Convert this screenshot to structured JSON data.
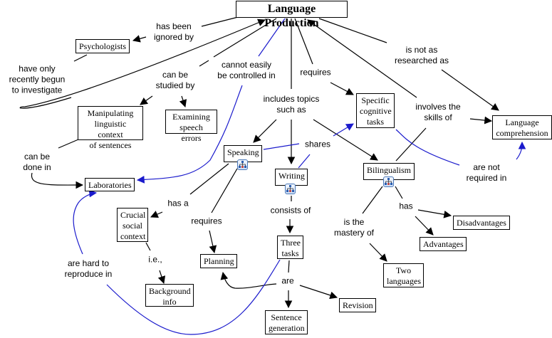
{
  "title": "Language Production",
  "colors": {
    "line": "#000000",
    "crossLink": "#1a1acc",
    "nodeBorder": "#000000",
    "background": "#ffffff"
  },
  "nodes": [
    {
      "id": "lp",
      "label": "Language Production",
      "root": true
    },
    {
      "id": "psych",
      "label": "Psychologists"
    },
    {
      "id": "manip",
      "label": "Manipulating\nlinguistic context\nof sentences"
    },
    {
      "id": "exam",
      "label": "Examining\nspeech errors"
    },
    {
      "id": "spec",
      "label": "Specific\ncognitive\ntasks"
    },
    {
      "id": "lcomp",
      "label": "Language\ncomprehension"
    },
    {
      "id": "labs",
      "label": "Laboratories"
    },
    {
      "id": "speak",
      "label": "Speaking",
      "submap": true
    },
    {
      "id": "write",
      "label": "Writing",
      "submap": true
    },
    {
      "id": "biling",
      "label": "Bilingualism",
      "submap": true
    },
    {
      "id": "crucial",
      "label": "Crucial\nsocial\ncontext"
    },
    {
      "id": "plan",
      "label": "Planning"
    },
    {
      "id": "bg",
      "label": "Background\ninfo"
    },
    {
      "id": "three",
      "label": "Three\ntasks"
    },
    {
      "id": "sent",
      "label": "Sentence\ngeneration"
    },
    {
      "id": "rev",
      "label": "Revision"
    },
    {
      "id": "two",
      "label": "Two\nlanguages"
    },
    {
      "id": "disadv",
      "label": "Disadvantages"
    },
    {
      "id": "adv",
      "label": "Advantages"
    }
  ],
  "phrases": [
    {
      "id": "p_ignored",
      "label": "has been\nignored by"
    },
    {
      "id": "p_recent",
      "label": "have only\nrecently begun\nto investigate"
    },
    {
      "id": "p_studied",
      "label": "can be\nstudied by"
    },
    {
      "id": "p_controlled",
      "label": "cannot easily\nbe controlled in"
    },
    {
      "id": "p_requires1",
      "label": "requires"
    },
    {
      "id": "p_includes",
      "label": "includes topics\nsuch as"
    },
    {
      "id": "p_notres",
      "label": "is not as\nresearched as"
    },
    {
      "id": "p_skills",
      "label": "involves the\nskills of"
    },
    {
      "id": "p_done",
      "label": "can be\ndone in"
    },
    {
      "id": "p_shares",
      "label": "shares"
    },
    {
      "id": "p_notreq",
      "label": "are not\nrequired in"
    },
    {
      "id": "p_hasa",
      "label": "has a"
    },
    {
      "id": "p_requires2",
      "label": "requires"
    },
    {
      "id": "p_consists",
      "label": "consists of"
    },
    {
      "id": "p_mastery",
      "label": "is the\nmastery of"
    },
    {
      "id": "p_has",
      "label": "has"
    },
    {
      "id": "p_ie",
      "label": "i.e.,"
    },
    {
      "id": "p_hard",
      "label": "are hard to\nreproduce in"
    },
    {
      "id": "p_are",
      "label": "are"
    }
  ]
}
